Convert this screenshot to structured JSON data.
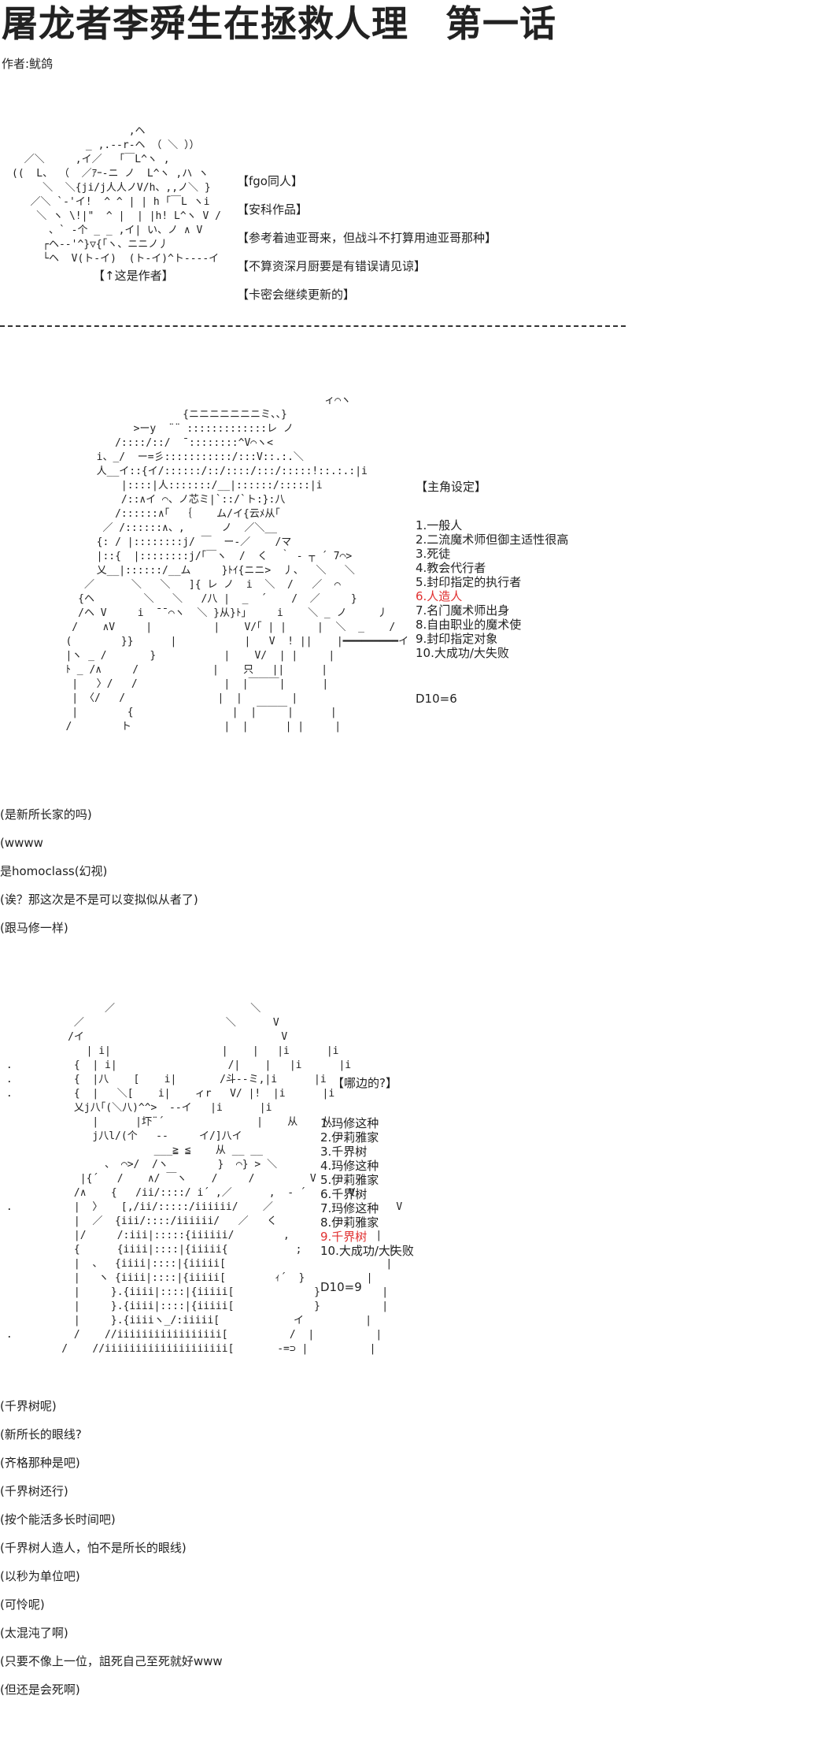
{
  "title": "屠龙者李舜生在拯救人理　第一话",
  "author_line": "作者:鱿鸽",
  "author_caption": "【↑这是作者】",
  "tags": [
    "【fgo同人】",
    "【安科作品】",
    "【参考着迪亚哥来，但战斗不打算用迪亚哥那种】",
    "【不算资深月厨要是有错误请见谅】",
    "【卡密会继续更新的】"
  ],
  "divider": "------------------------------------------------------------------------------------------------",
  "panel1": {
    "heading": "【主角设定】",
    "options": [
      "1.一般人",
      "2.二流魔术师但御主适性很高",
      "3.死徒",
      "4.教会代行者",
      "5.封印指定的执行者",
      "6.人造人",
      "7.名门魔术师出身",
      "8.自由职业的魔术使",
      "9.封印指定对象",
      "10.大成功/大失败"
    ],
    "highlight_index": 5,
    "roll": "D10=6"
  },
  "dialog1": [
    "(是新所长家的吗)",
    "(wwww",
    "是homoclass(幻视)",
    "(诶？那这次是不是可以变拟似从者了)",
    "(跟马修一样)"
  ],
  "panel2": {
    "heading": "【哪边的?】",
    "options": [
      "1.玛修这种",
      "2.伊莉雅家",
      "3.千界树",
      "4.玛修这种",
      "5.伊莉雅家",
      "6.千界树",
      "7.玛修这种",
      "8.伊莉雅家",
      "9.千界树",
      "10.大成功/大失败"
    ],
    "highlight_index": 8,
    "roll": "D10=9"
  },
  "dialog2": [
    "(千界树呢)",
    "(新所长的眼线?",
    "(齐格那种是吧)",
    "(千界树还行)",
    "(按个能活多长时间吧)",
    "(千界树人造人，怕不是所长的眼线)",
    "(以秒为单位吧)",
    "(可怜呢)",
    "(太混沌了啊)",
    "(只要不像上一位，詛死自己至死就好www",
    "(但还是会死啊)"
  ],
  "colors": {
    "highlight": "#e03030",
    "text": "#222222",
    "background": "#ffffff"
  }
}
